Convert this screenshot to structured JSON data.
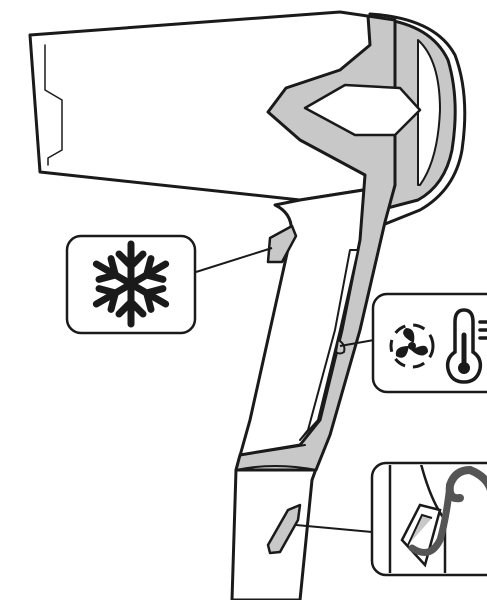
{
  "diagram": {
    "subject": "hair-dryer",
    "callouts": [
      {
        "id": "cool-shot",
        "icon": "snowflake-icon"
      },
      {
        "id": "fan-heat-switch",
        "icons": [
          "fan-icon",
          "thermometer-icon"
        ]
      },
      {
        "id": "hanging-loop",
        "icon": "cord-loop-icon"
      }
    ]
  },
  "colors": {
    "outline": "#1a1a1a",
    "body_fill": "#ffffff",
    "accent_gray": "#c8c8c8",
    "callout_bg": "#ffffff"
  }
}
